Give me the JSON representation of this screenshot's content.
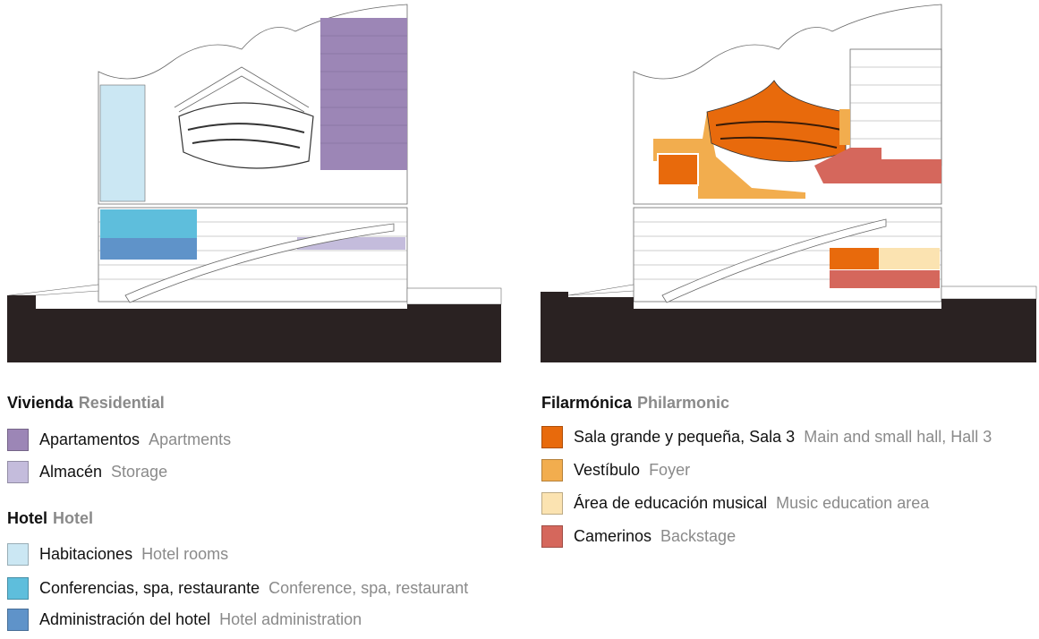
{
  "left_legend": {
    "groups": [
      {
        "es": "Vivienda",
        "en": "Residential",
        "items": [
          {
            "es": "Apartamentos",
            "en": "Apartments",
            "color": "#9c86b6"
          },
          {
            "es": "Almacén",
            "en": "Storage",
            "color": "#c4bcdc"
          }
        ]
      },
      {
        "es": "Hotel",
        "en": "Hotel",
        "items": [
          {
            "es": "Habitaciones",
            "en": "Hotel rooms",
            "color": "#cbe7f3"
          },
          {
            "es": "Conferencias, spa, restaurante",
            "en": "Conference, spa, restaurant",
            "color": "#5ebedc"
          },
          {
            "es": "Administración del hotel",
            "en": "Hotel administration",
            "color": "#5f93c9"
          }
        ]
      }
    ]
  },
  "right_legend": {
    "groups": [
      {
        "es": "Filarmónica",
        "en": "Philarmonic",
        "items": [
          {
            "es": "Sala grande y pequeña, Sala 3",
            "en": "Main and small hall, Hall 3",
            "color": "#e86a0c"
          },
          {
            "es": "Vestíbulo",
            "en": "Foyer",
            "color": "#f2ad4e"
          },
          {
            "es": "Área de educación musical",
            "en": "Music education area",
            "color": "#fbe3b1"
          },
          {
            "es": "Camerinos",
            "en": "Backstage",
            "color": "#d5675c"
          }
        ]
      }
    ]
  },
  "colors": {
    "ground": "#2a2222",
    "line": "#6a6a6a"
  }
}
